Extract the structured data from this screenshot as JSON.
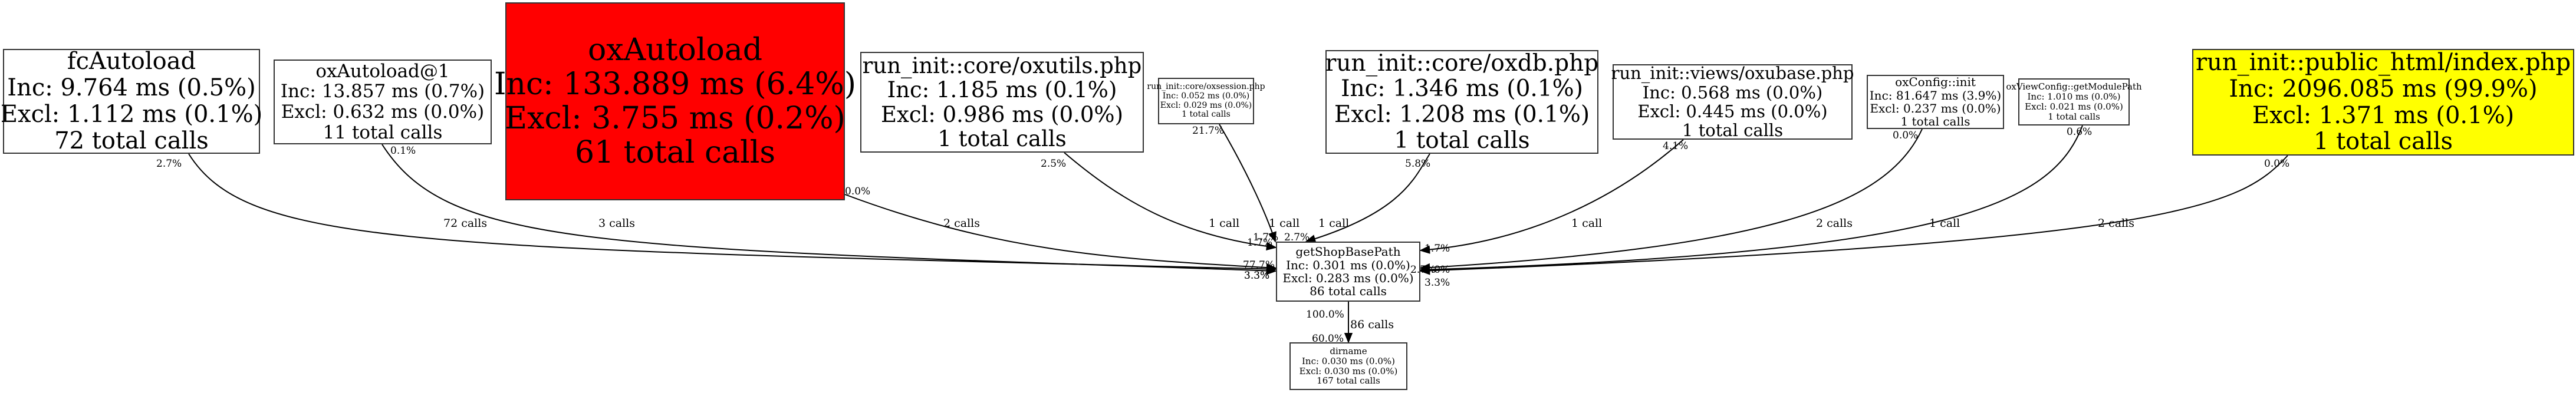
{
  "graph_title": "Call graph: getShopBasePath",
  "colors": {
    "hot_node": "#ff0000",
    "root_node": "#ffff00",
    "default_node": "#ffffff",
    "edge": "#000000"
  },
  "nodes": [
    {
      "id": "fcAutoload",
      "name": "fcAutoload",
      "inc": "Inc: 9.764 ms (0.5%)",
      "excl": "Excl: 1.112 ms (0.1%)",
      "calls": "72 total calls",
      "fill": "default"
    },
    {
      "id": "oxAutoload1",
      "name": "oxAutoload@1",
      "inc": "Inc: 13.857 ms (0.7%)",
      "excl": "Excl: 0.632 ms (0.0%)",
      "calls": "11 total calls",
      "fill": "default"
    },
    {
      "id": "oxAutoload",
      "name": "oxAutoload",
      "inc": "Inc: 133.889 ms (6.4%)",
      "excl": "Excl: 3.755 ms (0.2%)",
      "calls": "61 total calls",
      "fill": "hot"
    },
    {
      "id": "oxutils",
      "name": "run_init::core/oxutils.php",
      "inc": "Inc: 1.185 ms (0.1%)",
      "excl": "Excl: 0.986 ms (0.0%)",
      "calls": "1 total calls",
      "fill": "default"
    },
    {
      "id": "oxsession",
      "name": "run_init::core/oxsession.php",
      "inc": "Inc: 0.052 ms (0.0%)",
      "excl": "Excl: 0.029 ms (0.0%)",
      "calls": "1 total calls",
      "fill": "default"
    },
    {
      "id": "oxdb",
      "name": "run_init::core/oxdb.php",
      "inc": "Inc: 1.346 ms (0.1%)",
      "excl": "Excl: 1.208 ms (0.1%)",
      "calls": "1 total calls",
      "fill": "default"
    },
    {
      "id": "oxubase",
      "name": "run_init::views/oxubase.php",
      "inc": "Inc: 0.568 ms (0.0%)",
      "excl": "Excl: 0.445 ms (0.0%)",
      "calls": "1 total calls",
      "fill": "default"
    },
    {
      "id": "oxConfigInit",
      "name": "oxConfig::init",
      "inc": "Inc: 81.647 ms (3.9%)",
      "excl": "Excl: 0.237 ms (0.0%)",
      "calls": "1 total calls",
      "fill": "default"
    },
    {
      "id": "oxViewConfig",
      "name": "oxViewConfig::getModulePath",
      "inc": "Inc: 1.010 ms (0.0%)",
      "excl": "Excl: 0.021 ms (0.0%)",
      "calls": "1 total calls",
      "fill": "default"
    },
    {
      "id": "index",
      "name": "run_init::public_html/index.php",
      "inc": "Inc: 2096.085 ms (99.9%)",
      "excl": "Excl: 1.371 ms (0.1%)",
      "calls": "1 total calls",
      "fill": "root"
    },
    {
      "id": "getShopBasePath",
      "name": "getShopBasePath",
      "inc": "Inc: 0.301 ms (0.0%)",
      "excl": "Excl: 0.283 ms (0.0%)",
      "calls": "86 total calls",
      "fill": "default"
    },
    {
      "id": "dirname",
      "name": "dirname",
      "inc": "Inc: 0.030 ms (0.0%)",
      "excl": "Excl: 0.030 ms (0.0%)",
      "calls": "167 total calls",
      "fill": "default"
    }
  ],
  "edges": [
    {
      "from": "fcAutoload",
      "to": "getShopBasePath",
      "label": "72 calls",
      "tail": "2.7%",
      "head": "77.7%"
    },
    {
      "from": "oxAutoload1",
      "to": "getShopBasePath",
      "label": "3 calls",
      "tail": "0.1%",
      "head": "3.3%"
    },
    {
      "from": "oxAutoload",
      "to": "getShopBasePath",
      "label": "2 calls",
      "tail": "0.0%",
      "head": "3.3%"
    },
    {
      "from": "oxutils",
      "to": "getShopBasePath",
      "label": "1 call",
      "tail": "2.5%",
      "head": "1.7%"
    },
    {
      "from": "oxsession",
      "to": "getShopBasePath",
      "label": "1 call",
      "tail": "21.7%",
      "head": "1.7%"
    },
    {
      "from": "oxdb",
      "to": "getShopBasePath",
      "label": "1 call",
      "tail": "5.8%",
      "head": "2.7%"
    },
    {
      "from": "oxubase",
      "to": "getShopBasePath",
      "label": "1 call",
      "tail": "4.1%",
      "head": "1.7%"
    },
    {
      "from": "oxConfigInit",
      "to": "getShopBasePath",
      "label": "2 calls",
      "tail": "0.0%",
      "head": "2.0%"
    },
    {
      "from": "oxViewConfig",
      "to": "getShopBasePath",
      "label": "1 call",
      "tail": "0.6%",
      "head": "3.3%"
    },
    {
      "from": "index",
      "to": "getShopBasePath",
      "label": "2 calls",
      "tail": "0.0%",
      "head": "2.7%"
    },
    {
      "from": "getShopBasePath",
      "to": "dirname",
      "label": "86 calls",
      "tail": "100.0%",
      "head": "60.0%"
    }
  ]
}
